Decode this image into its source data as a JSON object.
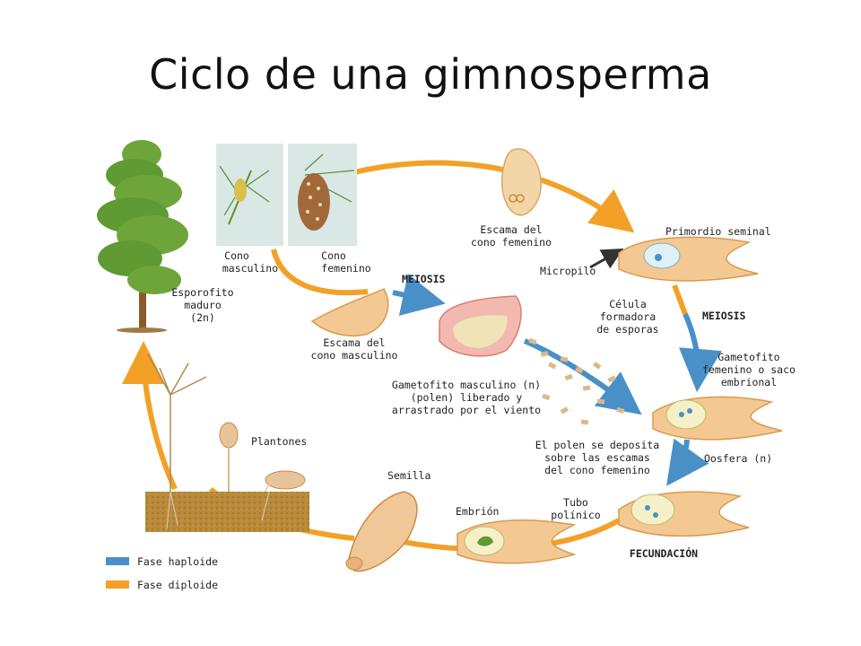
{
  "title": "Ciclo de una gimnosperma",
  "labels": {
    "cono_masculino": [
      "Cono",
      "masculino"
    ],
    "cono_femenino": [
      "Cono",
      "femenino"
    ],
    "esporofito": [
      "Esporofito",
      "maduro",
      "(2n)"
    ],
    "escama_masculino": [
      "Escama del",
      "cono masculino"
    ],
    "meiosis_left": "MEIOSIS",
    "escama_femenino": [
      "Escama del",
      "cono femenino"
    ],
    "micropilo": "Micropilo",
    "primordio": "Primordio seminal",
    "celula": [
      "Célula",
      "formadora",
      "de esporas"
    ],
    "meiosis_right": "MEIOSIS",
    "gametofito_fem": [
      "Gametofito",
      "femenino o saco",
      "embrional"
    ],
    "gametofito_masc": [
      "Gametofito masculino (n)",
      "(polen) liberado y",
      "arrastrado por el viento"
    ],
    "plantones": "Plantones",
    "polen_deposita": [
      "El polen se deposita",
      "sobre las escamas",
      "del cono femenino"
    ],
    "oosfera": "Oosfera (n)",
    "semilla": "Semilla",
    "embrion": "Embrión",
    "tubo": [
      "Tubo",
      "polínico"
    ],
    "fecundacion": "FECUNDACIÓN"
  },
  "legend": [
    {
      "label": "Fase haploide",
      "color": "#4a90c8"
    },
    {
      "label": "Fase diploide",
      "color": "#f2a126"
    }
  ],
  "colors": {
    "haploid": "#4a90c8",
    "diploid": "#f2a126",
    "tissue": "#f3c892",
    "tissue_dark": "#d99a4e",
    "soil": "#b98a3a"
  }
}
